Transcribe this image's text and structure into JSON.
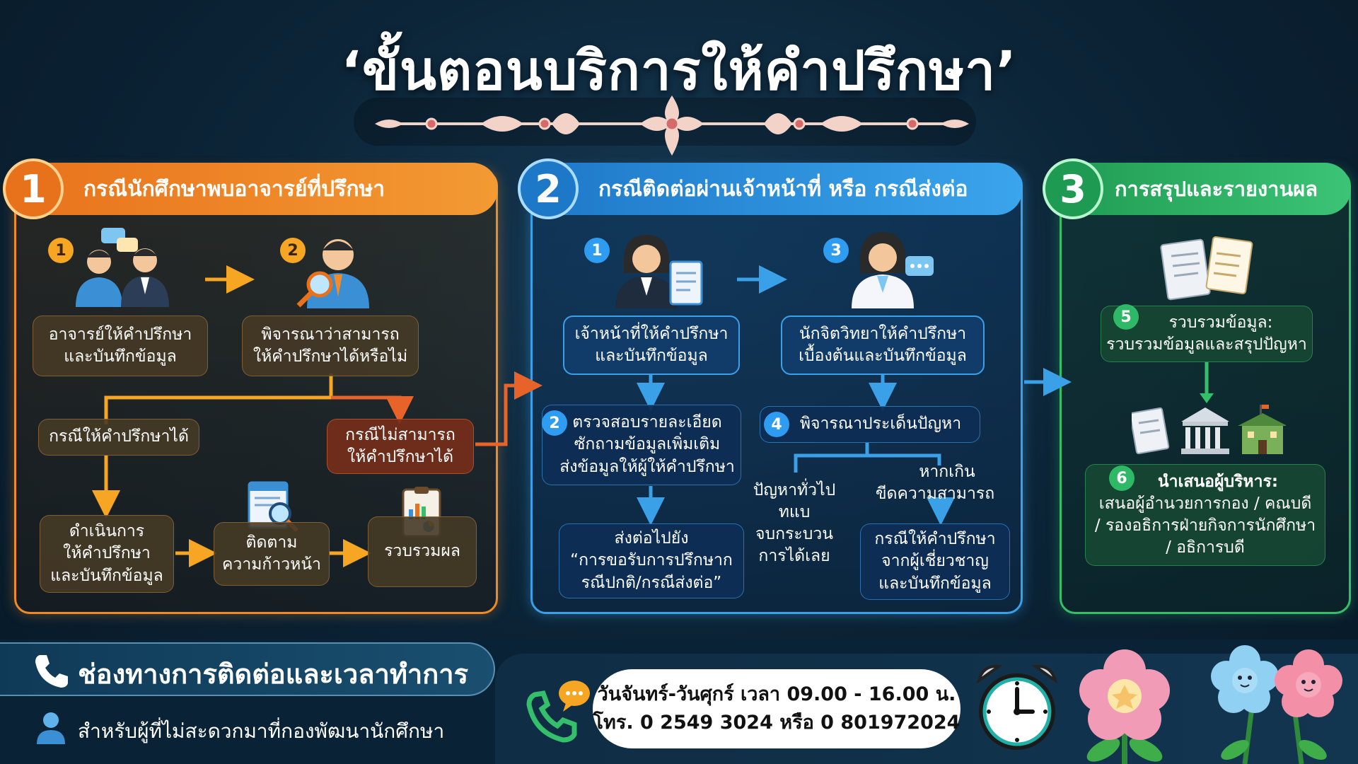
{
  "title": "‘ขั้นตอนบริการให้คำปรึกษา’",
  "colors": {
    "orange": "#f08a24",
    "blue": "#3aa0e8",
    "green": "#34c06a",
    "background": "#0c2538"
  },
  "section1": {
    "number": "1",
    "title": "กรณีนักศึกษาพบอาจารย์ที่ปรึกษา",
    "step1_badge": "1",
    "step1_lines": [
      "อาจารย์ให้คำปรึกษา",
      "และบันทึกข้อมูล"
    ],
    "step2_badge": "2",
    "step2_lines": [
      "พิจารณาว่าสามารถ",
      "ให้คำปรึกษาได้หรือไม่"
    ],
    "yes_label": "กรณีให้คำปรึกษาได้",
    "no_lines": [
      "กรณีไม่สามารถ",
      "ให้คำปรึกษาได้"
    ],
    "proceed_lines": [
      "ดำเนินการ",
      "ให้คำปรึกษา",
      "และบันทึกข้อมูล"
    ],
    "follow_lines": [
      "ติดตาม",
      "ความก้าวหน้า"
    ],
    "collect_label": "รวบรวมผล",
    "icons": [
      "teacher-student-icon",
      "magnifier-advisor-icon",
      "report-search-icon",
      "chart-clipboard-icon"
    ]
  },
  "section2": {
    "number": "2",
    "title": "กรณีติดต่อผ่านเจ้าหน้าที่ หรือ กรณีส่งต่อ",
    "step1_badge": "1",
    "step1_lines": [
      "เจ้าหน้าที่ให้คำปรึกษา",
      "และบันทึกข้อมูล"
    ],
    "step2_badge": "2",
    "step2_lines": [
      "ตรวจสอบรายละเอียด",
      "ซักถามข้อมูลเพิ่มเติม",
      "ส่งข้อมูลให้ผู้ให้คำปรึกษา"
    ],
    "refer_lines": [
      "ส่งต่อไปยัง",
      "“การขอรับการปรึกษาก",
      "รณีปกติ/กรณีส่งต่อ”"
    ],
    "step3_badge": "3",
    "step3_lines": [
      "นักจิตวิทยาให้คำปรึกษา",
      "เบื้องต้นและบันทึกข้อมูล"
    ],
    "step4_badge": "4",
    "step4_label": "พิจารณาประเด็นปัญหา",
    "general_lines": [
      "ปัญหาทั่วไป",
      "ทแบ",
      "จบกระบวน",
      "การได้เลย"
    ],
    "exceed_lines": [
      "หากเกิน",
      "ขีดความสามารถ"
    ],
    "expert_lines": [
      "กรณีให้คำปรึกษา",
      "จากผู้เชี่ยวชาญ",
      "และบันทึกข้อมูล"
    ],
    "icons": [
      "officer-clipboard-icon",
      "psychologist-chat-icon"
    ]
  },
  "section3": {
    "number": "3",
    "title": "การสรุปและรายงานผล",
    "step5_badge": "5",
    "step5_lines": [
      "รวบรวมข้อมูล:",
      "รวบรวมข้อมูลและสรุปปัญหา"
    ],
    "step6_badge": "6",
    "step6_lines": [
      "นำเสนอผู้บริหาร:",
      "เสนอผู้อำนวยการกอง / คณบดี",
      "/ รองอธิการฝ่ายกิจการนักศึกษา",
      "/ อธิการบดี"
    ],
    "icons": [
      "documents-icon",
      "document-icon",
      "institution-icon",
      "school-building-icon"
    ]
  },
  "contact": {
    "title": "ช่องทางการติดต่อและเวลาทำการ",
    "subtitle": "สำหรับผู้ที่ไม่สะดวกมาที่กองพัฒนานักศึกษา",
    "hours": "วันจันทร์-วันศุกร์ เวลา 09.00 - 16.00 น.",
    "phone": "โทร. 0 2549 3024 หรือ 0 801972024",
    "icons": [
      "phone-icon",
      "user-icon",
      "phone-chat-icon",
      "alarm-clock-icon",
      "flower-icon"
    ]
  }
}
